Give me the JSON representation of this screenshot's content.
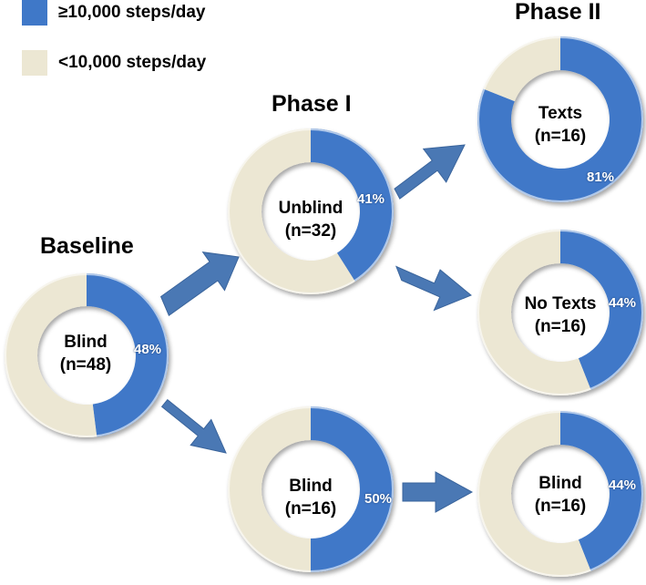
{
  "legend": {
    "high_label": "≥10,000 steps/day",
    "low_label": "<10,000 steps/day",
    "high_color": "#3f78c8",
    "low_color": "#ece7d3"
  },
  "titles": {
    "baseline": "Baseline",
    "phase1": "Phase I",
    "phase2": "Phase II"
  },
  "chart_data": [
    {
      "type": "pie",
      "group": "Baseline",
      "label": "Blind",
      "n": "(n=48)",
      "percent_high": 48,
      "percent_label": "48%"
    },
    {
      "type": "pie",
      "group": "Phase I",
      "label": "Unblind",
      "n": "(n=32)",
      "percent_high": 41,
      "percent_label": "41%"
    },
    {
      "type": "pie",
      "group": "Phase I",
      "label": "Blind",
      "n": "(n=16)",
      "percent_high": 50,
      "percent_label": "50%"
    },
    {
      "type": "pie",
      "group": "Phase II",
      "label": "Texts",
      "n": "(n=16)",
      "percent_high": 81,
      "percent_label": "81%"
    },
    {
      "type": "pie",
      "group": "Phase II",
      "label": "No Texts",
      "n": "(n=16)",
      "percent_high": 44,
      "percent_label": "44%"
    },
    {
      "type": "pie",
      "group": "Phase II",
      "label": "Blind",
      "n": "(n=16)",
      "percent_high": 44,
      "percent_label": "44%"
    }
  ]
}
